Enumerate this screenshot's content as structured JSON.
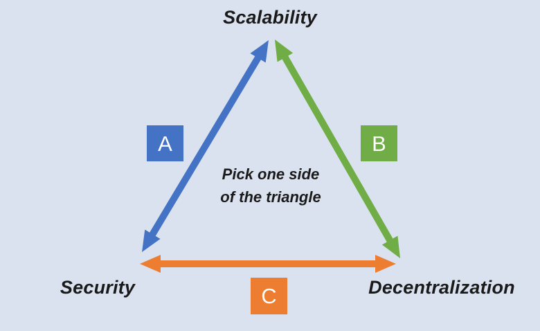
{
  "canvas": {
    "background": "#DBE2EF",
    "text_color": "#1A1A1A"
  },
  "triangle": {
    "vertices": {
      "top": "Scalability",
      "bottom_left": "Security",
      "bottom_right": "Decentralization"
    },
    "center_caption": {
      "line1": "Pick one side",
      "line2": "of the triangle"
    },
    "edges": [
      {
        "label": "A",
        "color": "#4472C4",
        "connects": "Scalability - Security"
      },
      {
        "label": "B",
        "color": "#70AD47",
        "connects": "Scalability - Decentralization"
      },
      {
        "label": "C",
        "color": "#ED7D31",
        "connects": "Security - Decentralization"
      }
    ]
  }
}
